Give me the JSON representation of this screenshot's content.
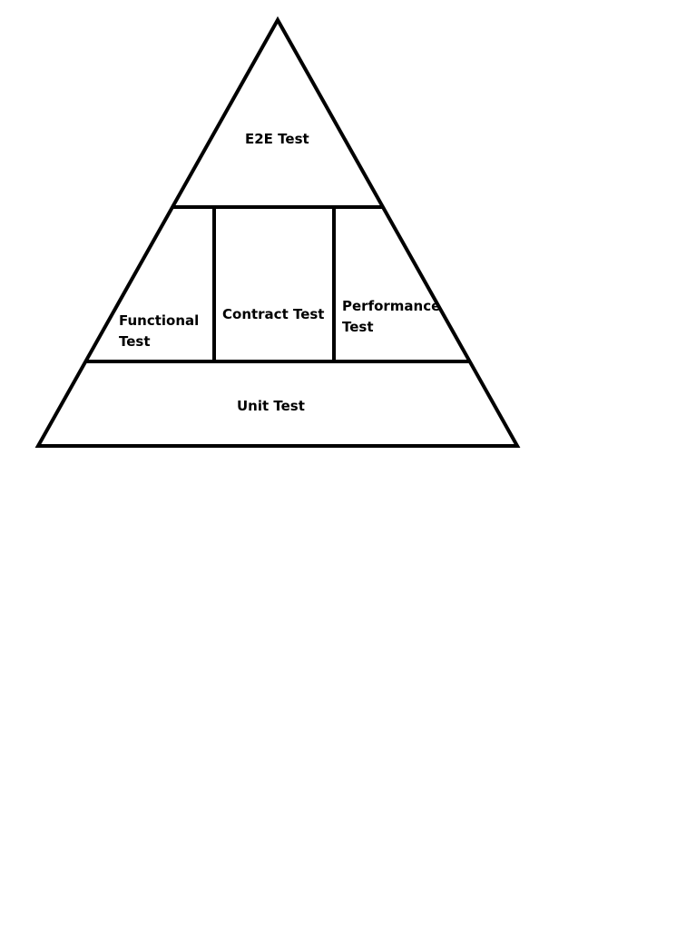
{
  "diagram": {
    "layers": {
      "top": {
        "label": "E2E Test"
      },
      "middle": {
        "functional": {
          "line1": "Functional",
          "line2": "Test"
        },
        "contract": {
          "label": "Contract Test"
        },
        "performance": {
          "line1": "Performance",
          "line2": "Test"
        }
      },
      "bottom": {
        "label": "Unit Test"
      }
    },
    "colors": {
      "stroke": "#000000",
      "background": "#ffffff",
      "text": "#000000"
    }
  }
}
